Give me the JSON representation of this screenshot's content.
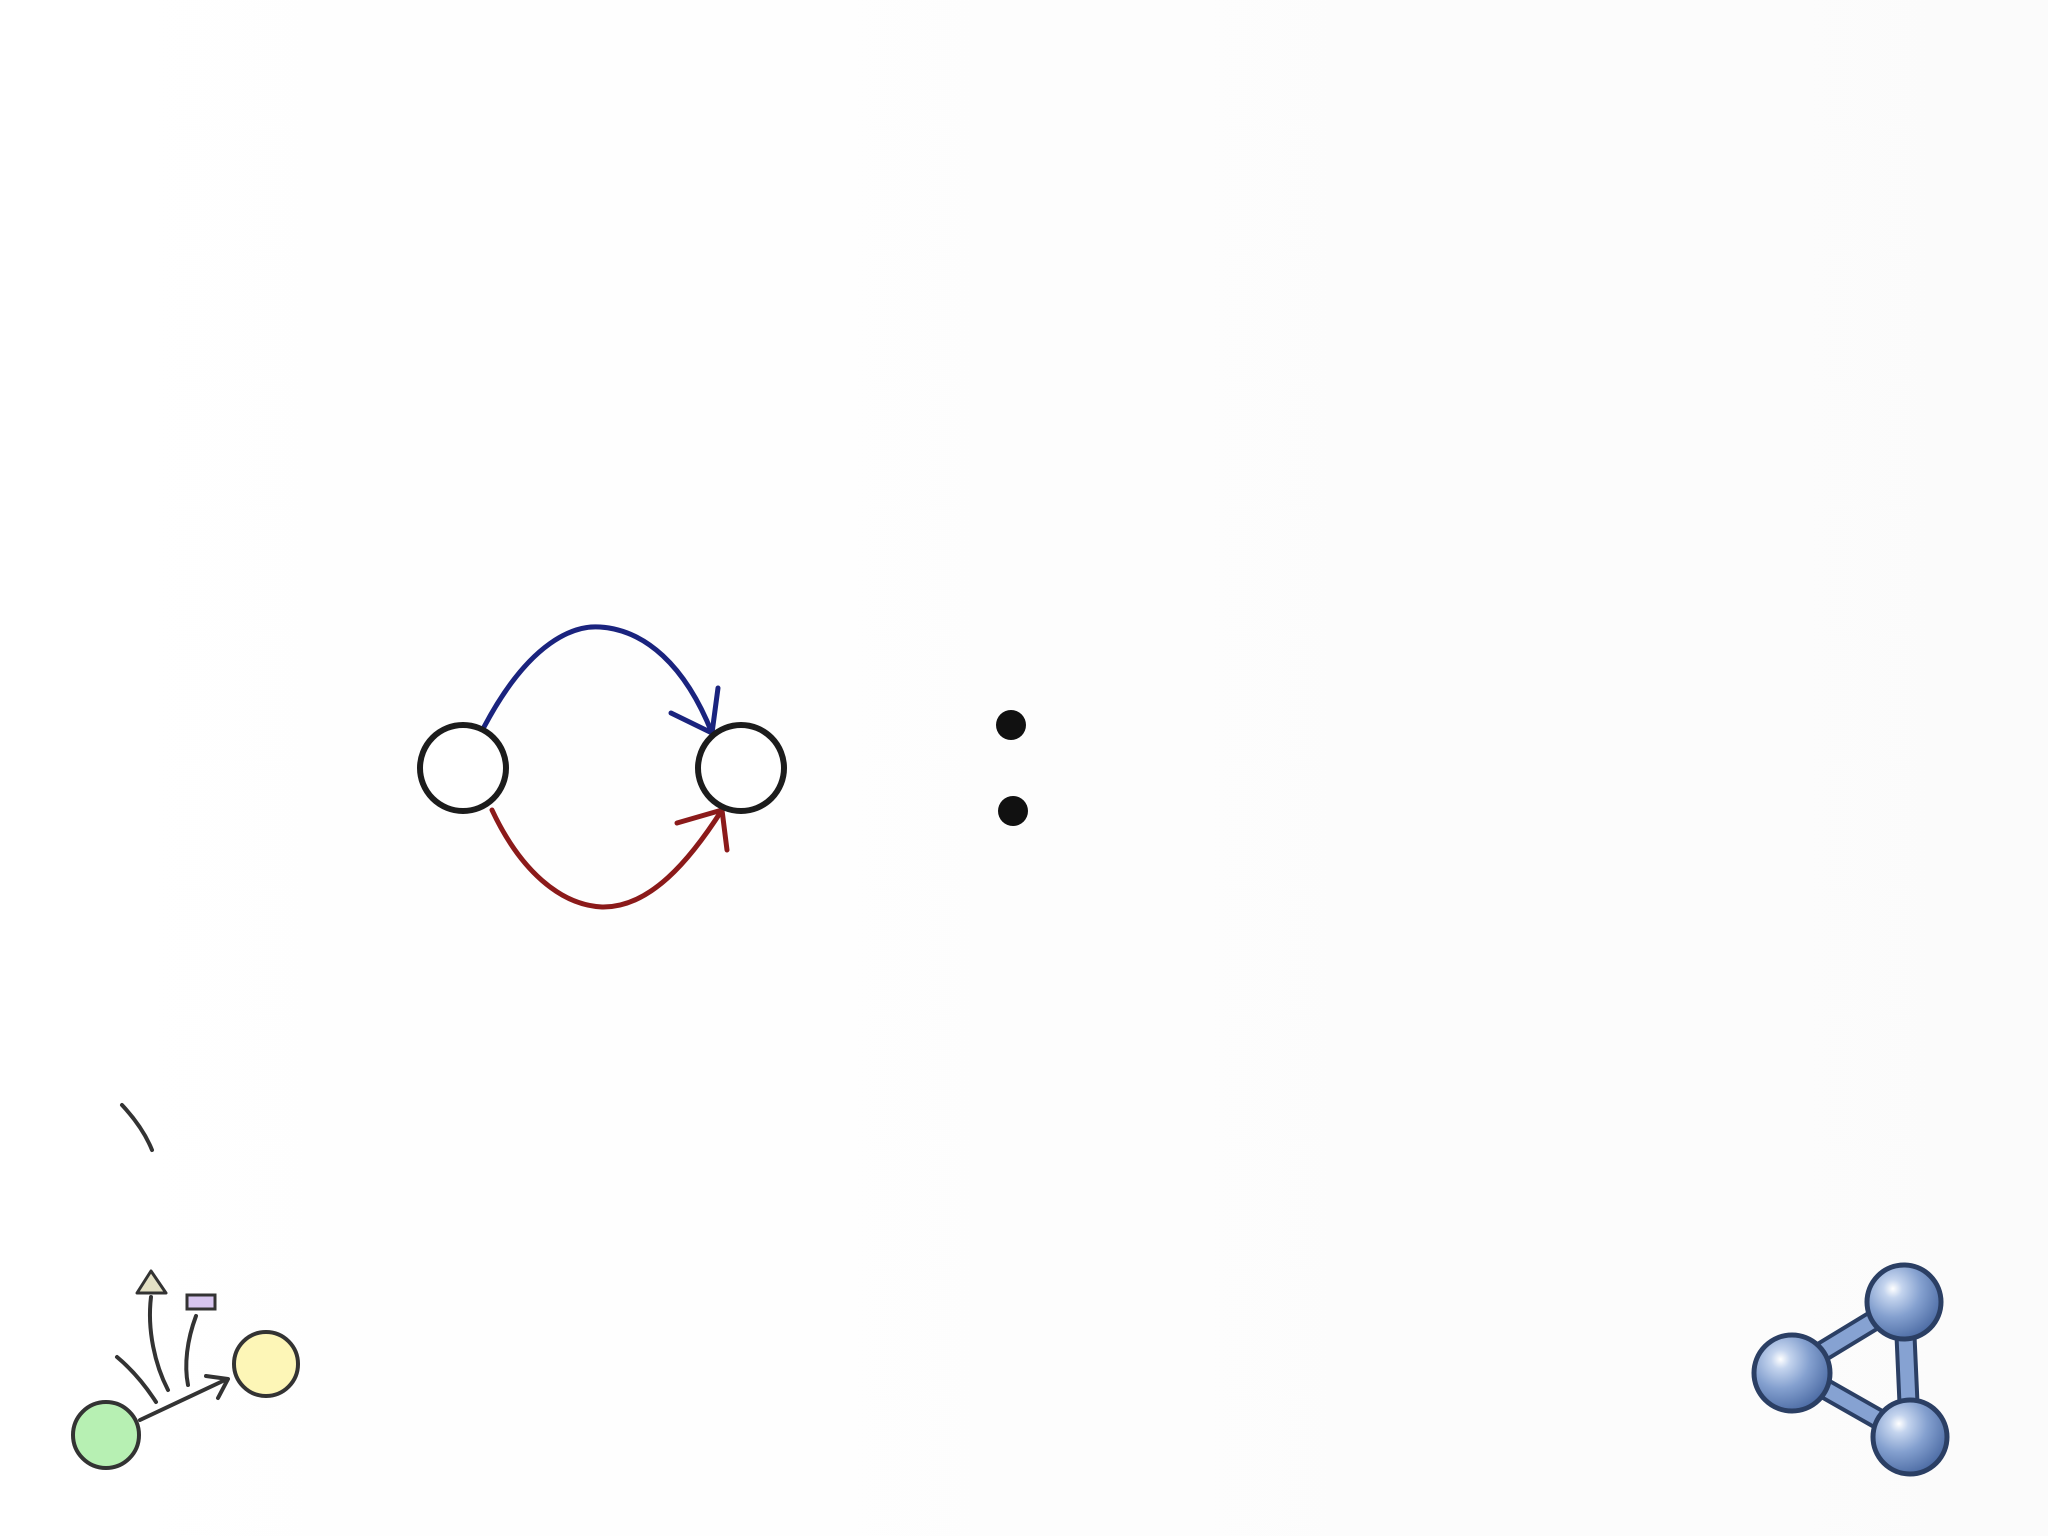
{
  "diagram": {
    "nodes": [
      {
        "id": "left-node"
      },
      {
        "id": "right-node"
      }
    ],
    "edges": [
      {
        "from": "left-node",
        "to": "right-node",
        "route": "upper",
        "color": "#1a237e"
      },
      {
        "from": "left-node",
        "to": "right-node",
        "route": "lower",
        "color": "#8b1a1a"
      }
    ],
    "separator": {
      "symbol": "colon"
    }
  },
  "icons": {
    "bottom_left": {
      "name": "graph-transform-icon",
      "colors": [
        "#b7f0b3",
        "#fdf6b7",
        "#bcd9f5",
        "#e3e0c4",
        "#d7c5ef"
      ]
    },
    "bottom_right": {
      "name": "molecule-triangle-icon",
      "color": "#7f9fcf"
    }
  }
}
